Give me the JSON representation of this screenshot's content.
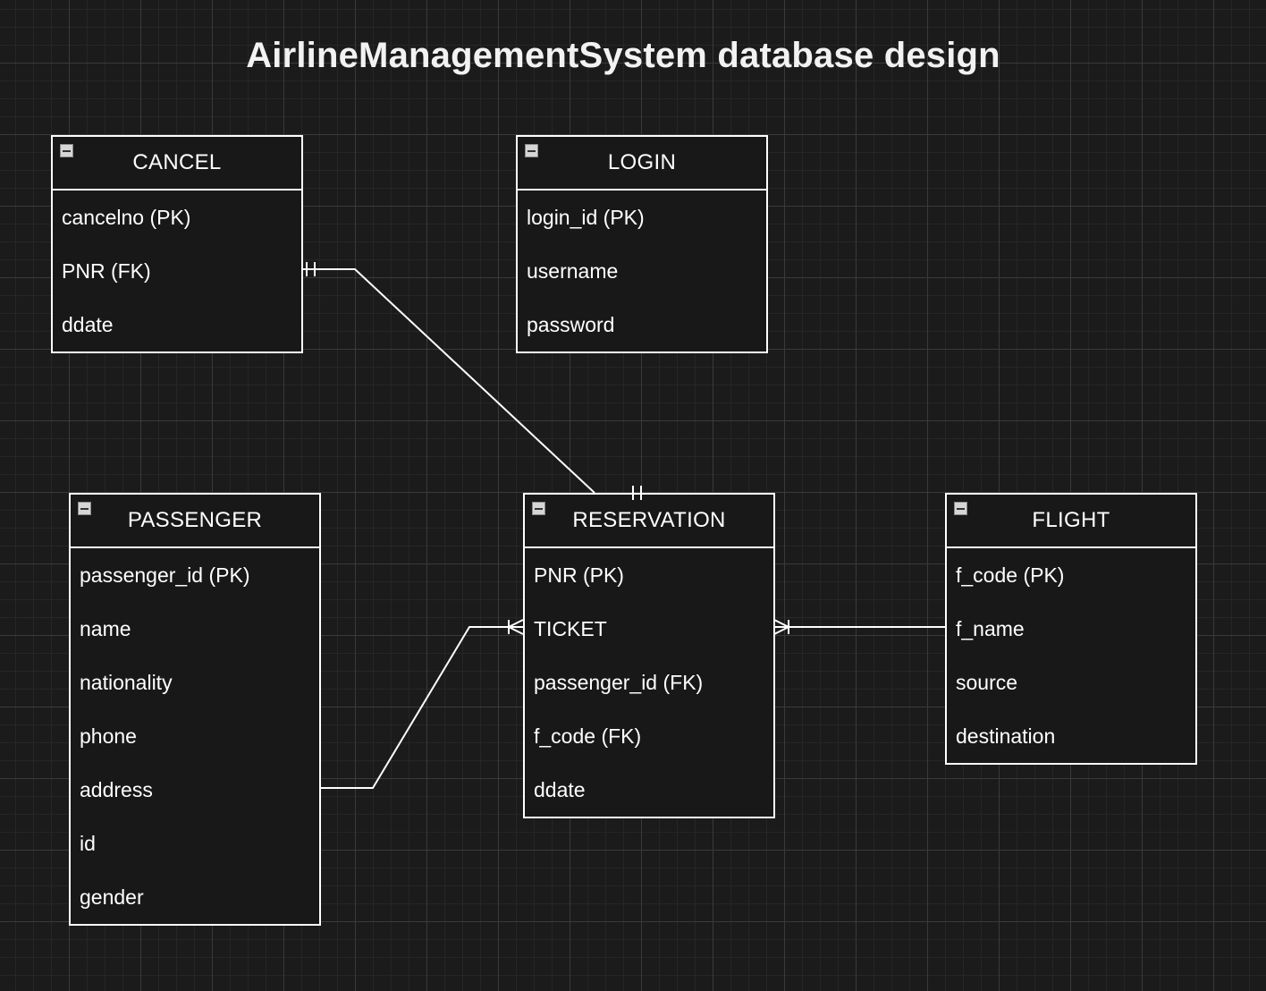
{
  "diagram": {
    "title": "AirlineManagementSystem database design",
    "entities": {
      "cancel": {
        "name": "CANCEL",
        "attributes": [
          "cancelno (PK)",
          "PNR (FK)",
          "ddate"
        ]
      },
      "login": {
        "name": "LOGIN",
        "attributes": [
          "login_id (PK)",
          "username",
          "password"
        ]
      },
      "passenger": {
        "name": "PASSENGER",
        "attributes": [
          "passenger_id (PK)",
          "name",
          "nationality",
          "phone",
          "address",
          "id",
          "gender"
        ]
      },
      "reservation": {
        "name": "RESERVATION",
        "attributes": [
          "PNR (PK)",
          "TICKET",
          "passenger_id (FK)",
          "f_code (FK)",
          "ddate"
        ]
      },
      "flight": {
        "name": "FLIGHT",
        "attributes": [
          "f_code (PK)",
          "f_name",
          "source",
          "destination"
        ]
      }
    },
    "relationships": [
      {
        "from": "CANCEL.PNR (FK)",
        "to": "RESERVATION",
        "from_cardinality": "one-and-only-one",
        "to_cardinality": "one-and-only-one"
      },
      {
        "from": "PASSENGER.address",
        "to": "RESERVATION.TICKET",
        "from_cardinality": "none",
        "to_cardinality": "one-or-many"
      },
      {
        "from": "FLIGHT.f_name",
        "to": "RESERVATION.TICKET",
        "from_cardinality": "none",
        "to_cardinality": "one-or-many"
      }
    ],
    "colors": {
      "background": "#1b1b1b",
      "grid": "#3a3a3a",
      "stroke": "#ffffff",
      "text": "#ffffff"
    }
  }
}
